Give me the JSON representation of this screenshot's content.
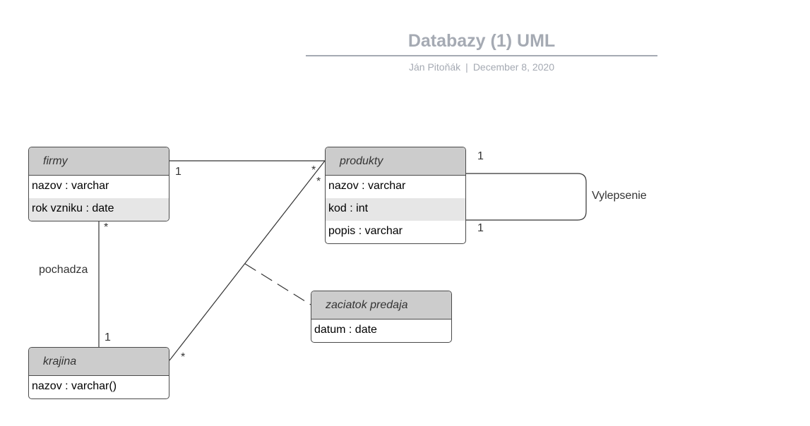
{
  "header": {
    "title": "Databazy (1) UML",
    "author": "Ján Pitoňák",
    "separator": "|",
    "date": "December 8, 2020"
  },
  "classes": {
    "firmy": {
      "name": "firmy",
      "attributes": [
        "nazov : varchar",
        "rok vzniku : date"
      ]
    },
    "produkty": {
      "name": "produkty",
      "attributes": [
        "nazov : varchar",
        "kod : int",
        "popis : varchar"
      ]
    },
    "zaciatok_predaja": {
      "name": "zaciatok predaja",
      "attributes": [
        "datum : date"
      ]
    },
    "krajina": {
      "name": "krajina",
      "attributes": [
        "nazov : varchar()"
      ]
    }
  },
  "associations": {
    "firmy_produkty": {
      "firmy_end": "1",
      "produkty_end": "*"
    },
    "krajina_produkty": {
      "produkty_end": "*",
      "krajina_end": "*"
    },
    "firmy_krajina": {
      "name": "pochadza",
      "firmy_end": "*",
      "krajina_end": "1"
    },
    "produkty_self": {
      "name": "Vylepsenie",
      "top_end": "1",
      "bottom_end": "1"
    }
  }
}
